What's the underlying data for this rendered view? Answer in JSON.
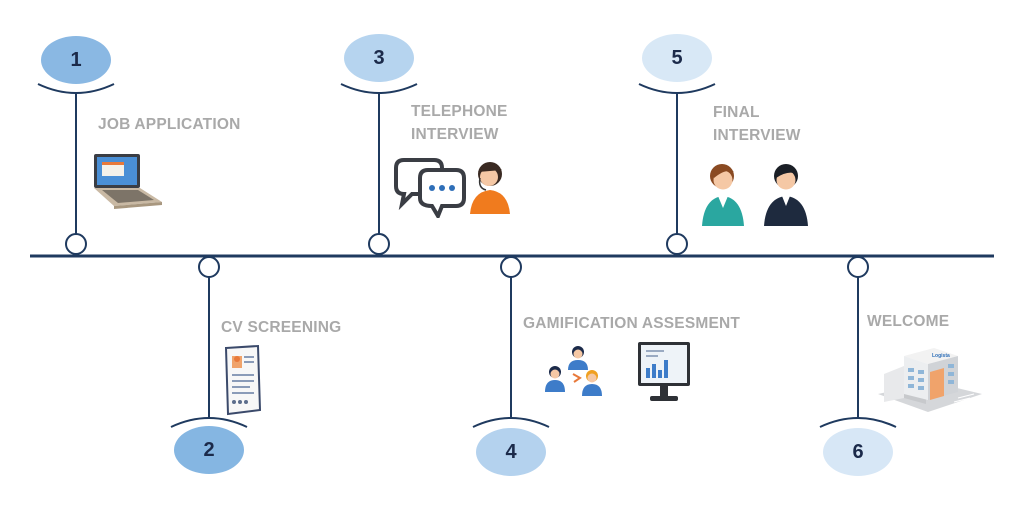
{
  "colors": {
    "timeline": "#1f3a5f",
    "label": "#a9a9a9",
    "badge_text": "#1b2a4a",
    "step_fills": [
      "#8ab8e3",
      "#85b6e2",
      "#b6d4ef",
      "#b4d2ee",
      "#d8e8f6",
      "#d7e7f6"
    ]
  },
  "steps": [
    {
      "number": "1",
      "label_lines": [
        "JOB APPLICATION"
      ],
      "icon": "laptop-icon"
    },
    {
      "number": "2",
      "label_lines": [
        "CV SCREENING"
      ],
      "icon": "resume-document-icon"
    },
    {
      "number": "3",
      "label_lines": [
        "TELEPHONE",
        "INTERVIEW"
      ],
      "icon": "chat-bubbles-icon"
    },
    {
      "number": "4",
      "label_lines": [
        "GAMIFICATION ASSESMENT"
      ],
      "icon": "team-monitor-icon"
    },
    {
      "number": "5",
      "label_lines": [
        "FINAL",
        "INTERVIEW"
      ],
      "icon": "interview-people-icon"
    },
    {
      "number": "6",
      "label_lines": [
        "WELCOME"
      ],
      "icon": "office-building-icon"
    }
  ],
  "building_sign": "Logista"
}
